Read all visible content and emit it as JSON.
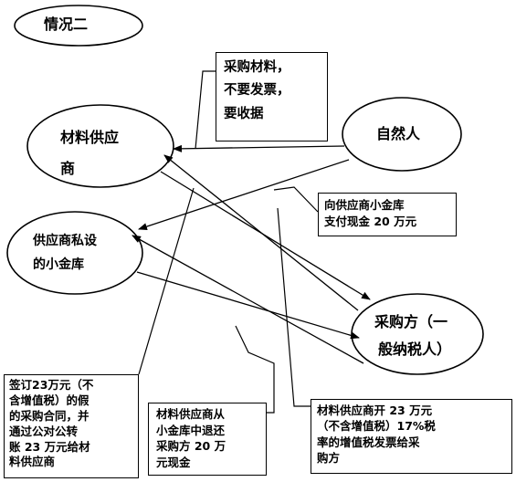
{
  "title": "情况二",
  "nodes": {
    "supplier": [
      "材料供应",
      "商"
    ],
    "natural_person": "自然人",
    "small_vault": [
      "供应商私设",
      "的小金库"
    ],
    "buyer": [
      "采购方（一",
      "般纳税人）"
    ]
  },
  "notes": {
    "purchase": [
      "采购材料，",
      "不要发票，",
      "要收据"
    ],
    "pay_cash": [
      "向供应商小金库",
      "支付现金 20 万元"
    ],
    "contract": [
      "签订23万元（不",
      "含增值税）的假",
      "的采购合同，并",
      "通过公对公转",
      "账 23 万元给材",
      "料供应商"
    ],
    "refund": [
      "材料供应商从",
      "小金库中退还",
      "采购方 20 万",
      "元现金"
    ],
    "invoice": [
      "材料供应商开 23 万元",
      "（不含增值税）17%税",
      "率的增值税发票给采",
      "购方"
    ]
  }
}
